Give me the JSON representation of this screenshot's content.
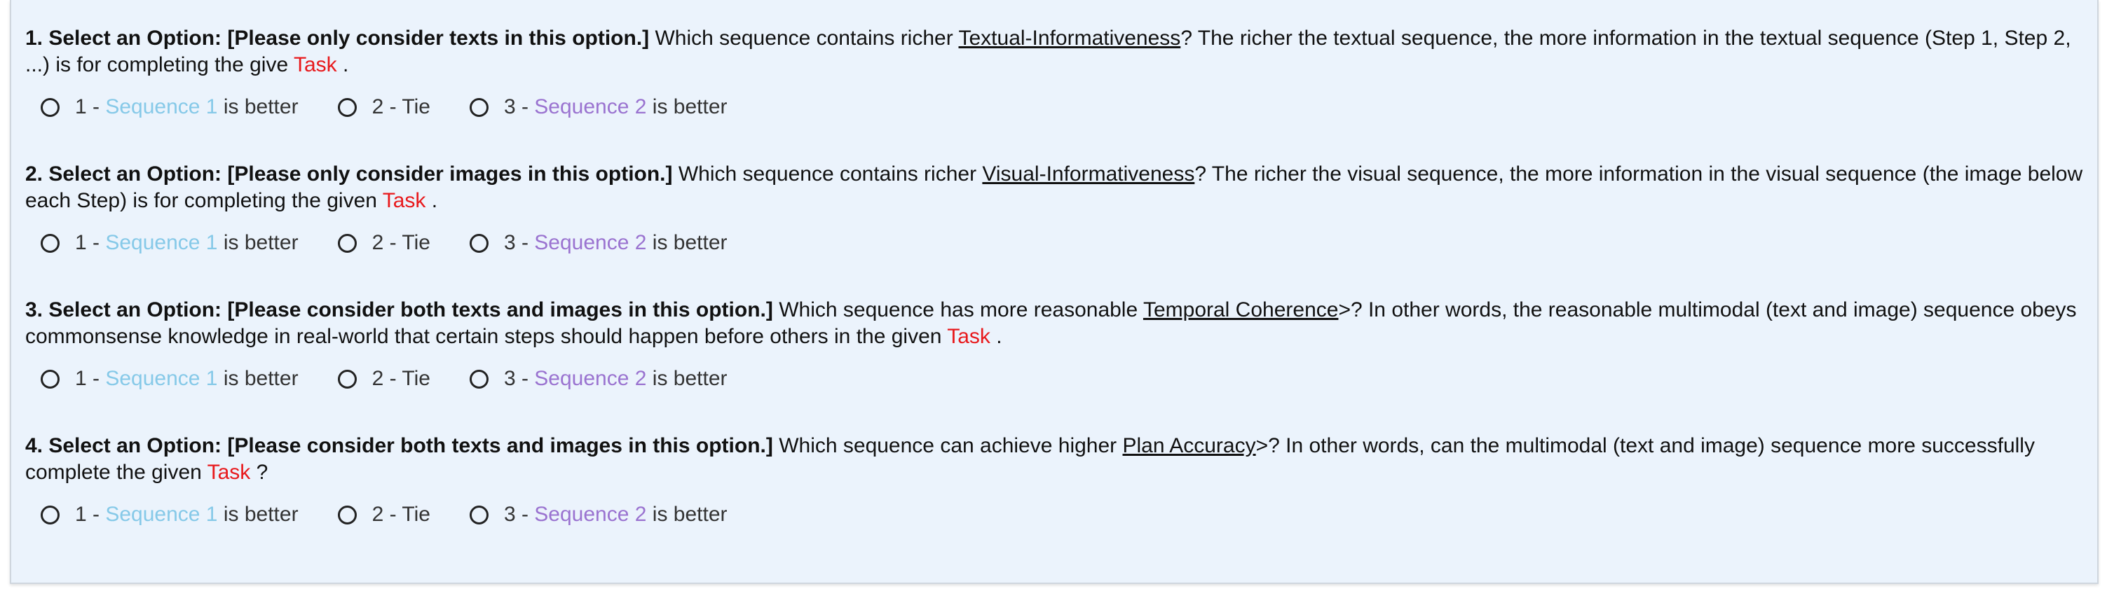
{
  "colors": {
    "task": "#e8191c",
    "sequence1": "#86c9e8",
    "sequence2": "#9a73d0",
    "panel_bg": "#ebf3fc"
  },
  "questions": [
    {
      "title": "1. Select an Option: [Please only consider texts in this option.]",
      "pre": " Which sequence contains richer ",
      "keyword": "Textual-Informativeness",
      "post": "? The richer the textual sequence, the more information in the textual sequence (Step 1, Step 2, ...) is for completing the give ",
      "task": "Task",
      "end": " ."
    },
    {
      "title": "2. Select an Option: [Please only consider images in this option.]",
      "pre": " Which sequence contains richer ",
      "keyword": "Visual-Informativeness",
      "post": "? The richer the visual sequence, the more information in the visual sequence (the image below each Step) is for completing the given ",
      "task": "Task",
      "end": " ."
    },
    {
      "title": "3. Select an Option: [Please consider both texts and images in this option.]",
      "pre": " Which sequence has more reasonable ",
      "keyword": "Temporal Coherence",
      "post": ">? In other words, the reasonable multimodal (text and image) sequence obeys commonsense knowledge in real-world that certain steps should happen before others in the given ",
      "task": "Task",
      "end": " ."
    },
    {
      "title": "4. Select an Option: [Please consider both texts and images in this option.]",
      "pre": " Which sequence can achieve higher ",
      "keyword": "Plan Accuracy",
      "post": ">? In other words, can the multimodal (text and image) sequence more successfully complete the given ",
      "task": "Task",
      "end": " ?"
    }
  ],
  "options": {
    "opt1_prefix": "1 - ",
    "opt1_seq": "Sequence 1",
    "opt1_suffix": " is better",
    "opt2_label": "2 - Tie",
    "opt3_prefix": "3 - ",
    "opt3_seq": "Sequence 2",
    "opt3_suffix": " is better"
  }
}
